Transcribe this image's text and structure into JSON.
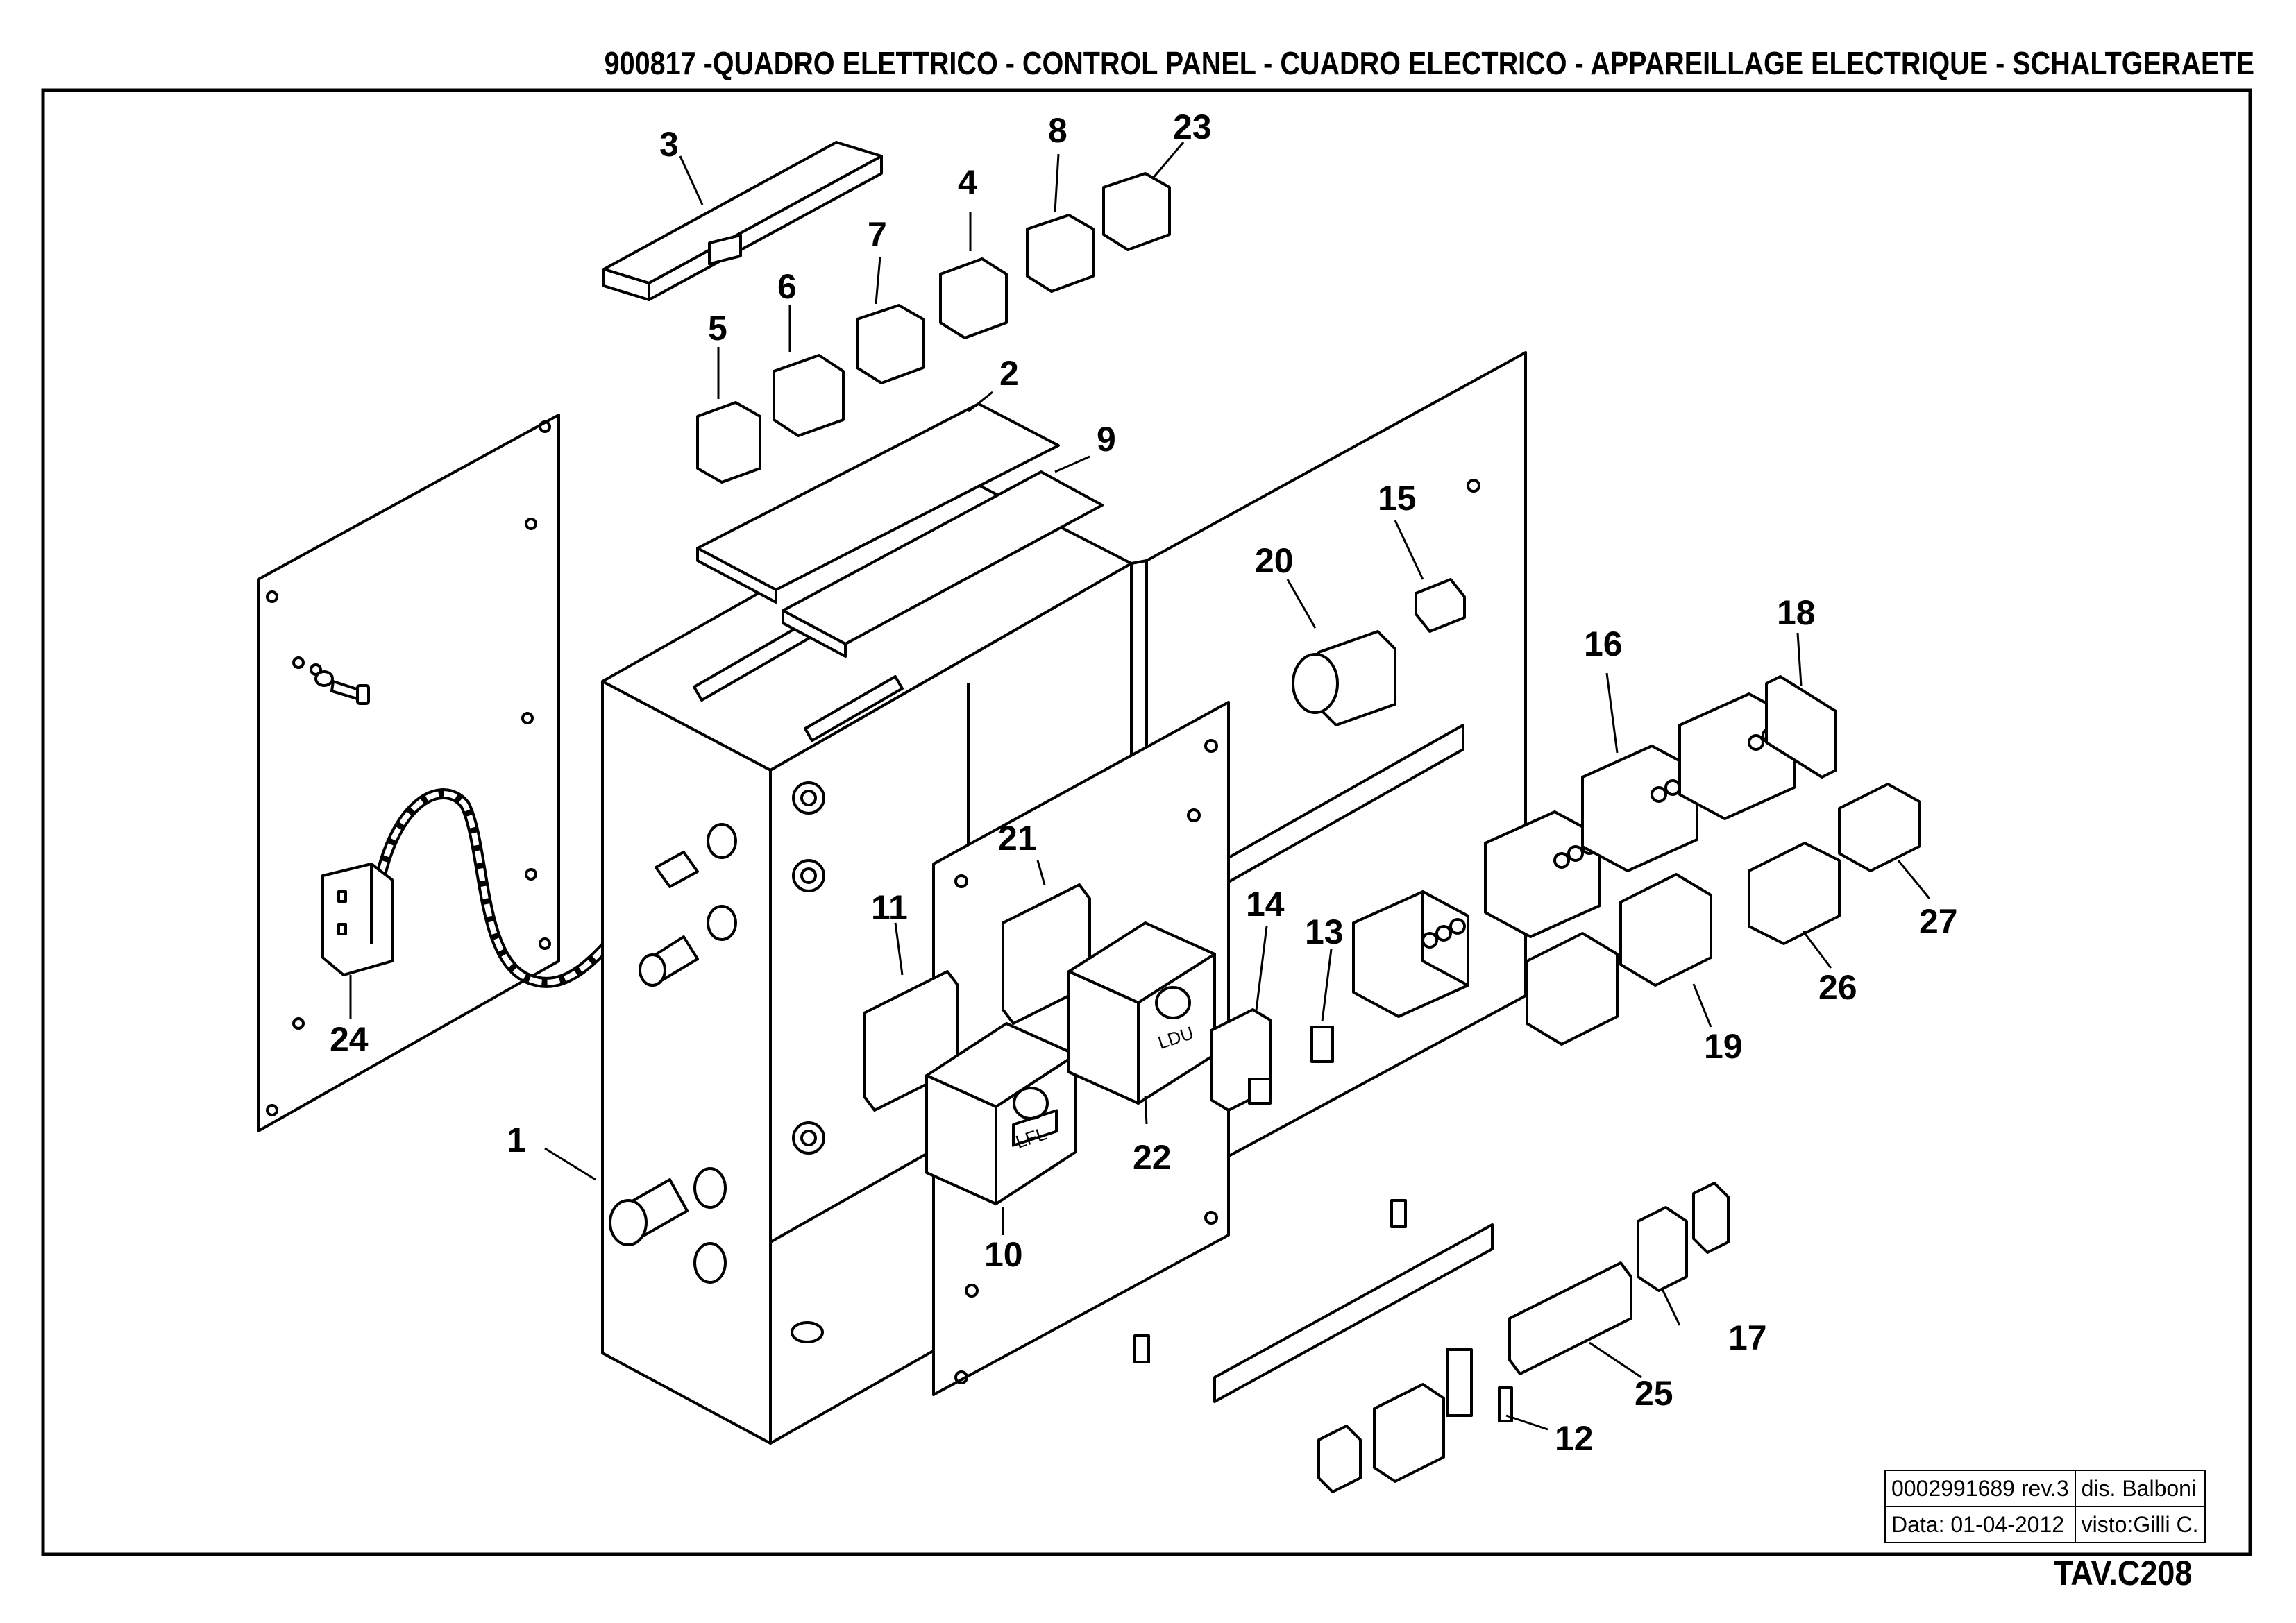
{
  "header": {
    "title": "900817 -QUADRO ELETTRICO - CONTROL PANEL - CUADRO ELECTRICO - APPAREILLAGE ELECTRIQUE - SCHALTGERAETE"
  },
  "parts": {
    "p1": "1",
    "p2": "2",
    "p3": "3",
    "p4": "4",
    "p5": "5",
    "p6": "6",
    "p7": "7",
    "p8": "8",
    "p9": "9",
    "p10": "10",
    "p11": "11",
    "p12": "12",
    "p13": "13",
    "p14": "14",
    "p15": "15",
    "p16": "16",
    "p17": "17",
    "p18": "18",
    "p19": "19",
    "p20": "20",
    "p21": "21",
    "p22": "22",
    "p23": "23",
    "p24": "24",
    "p25": "25",
    "p26": "26",
    "p27": "27"
  },
  "device_markings": {
    "lfl": "LFL",
    "ldu": "LDU"
  },
  "title_block": {
    "doc_number": "0002991689 rev.3",
    "drawn_by": "dis. Balboni",
    "date": "Data: 01-04-2012",
    "checked_by": "visto:Gilli C."
  },
  "sheet": {
    "code": "TAV.C208"
  }
}
